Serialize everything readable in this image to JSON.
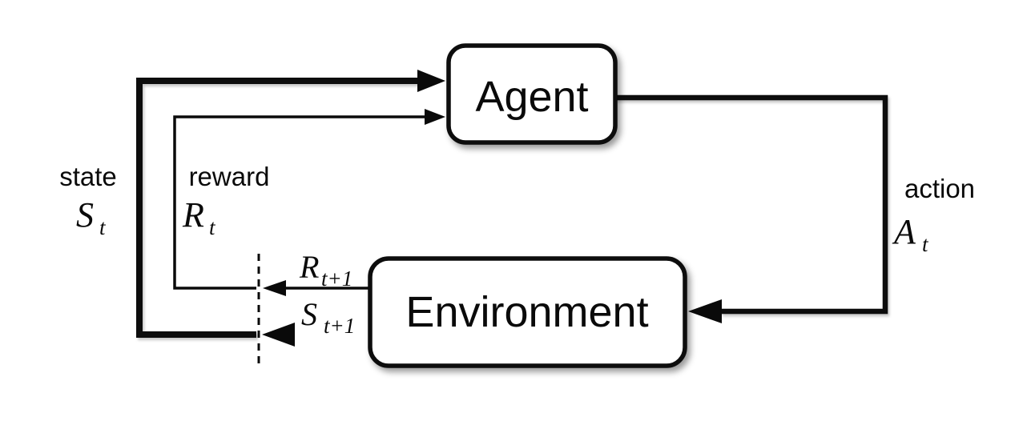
{
  "diagram": {
    "agent": {
      "label": "Agent"
    },
    "environment": {
      "label": "Environment"
    },
    "state": {
      "word": "state",
      "base": "S",
      "sub": "t"
    },
    "reward": {
      "word": "reward",
      "base": "R",
      "sub": "t"
    },
    "action": {
      "word": "action",
      "base": "A",
      "sub": "t"
    },
    "next_reward": {
      "base": "R",
      "sub": "t+1"
    },
    "next_state": {
      "base": "S",
      "sub": "t+1"
    },
    "colors": {
      "ink": "#0a0a0a",
      "box_fill": "#ffffff",
      "background": "#ffffff"
    }
  }
}
